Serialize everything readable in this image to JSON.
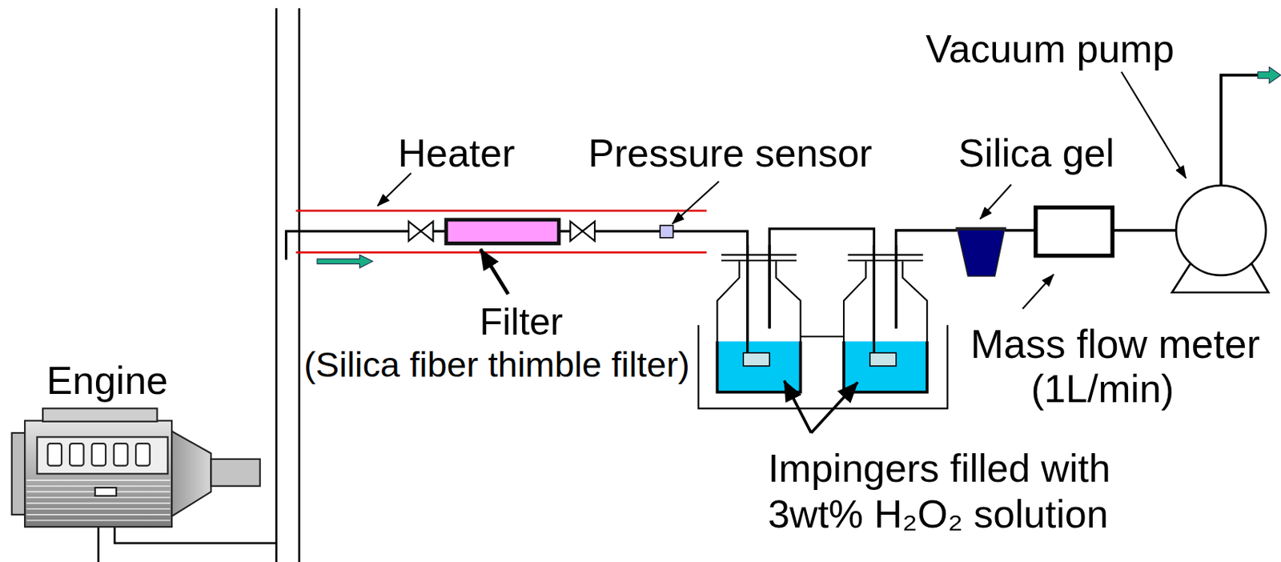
{
  "diagram": {
    "labels": [
      "Vacuum pump",
      "Heater",
      "Pressure sensor",
      "Silica gel",
      "Filter",
      "(Silica fiber thimble filter)",
      "Engine",
      "Mass flow meter",
      "(1L/min)",
      "Impingers filled with",
      "3wt% H₂O₂ solution"
    ]
  }
}
